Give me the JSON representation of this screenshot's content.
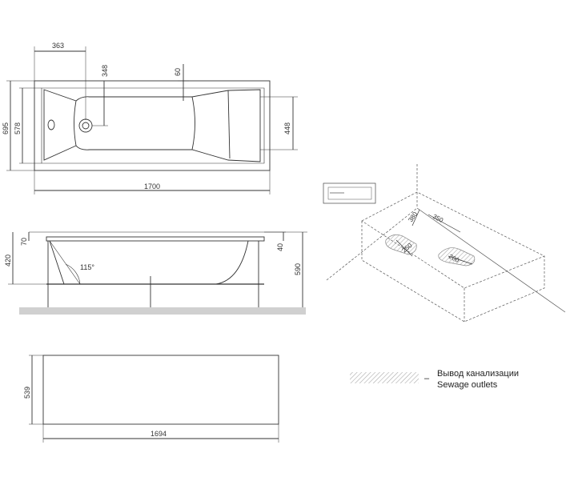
{
  "top_view": {
    "dim_overall_length": "1700",
    "dim_overall_width": "695",
    "dim_inner_width": "578",
    "dim_drain_offset": "363",
    "dim_drain_depth": "348",
    "dim_rim": "60",
    "dim_bottom_width": "448"
  },
  "side_view": {
    "dim_rim_height": "70",
    "dim_tub_height": "420",
    "dim_backrest_angle": "115°",
    "dim_panel_gap": "40",
    "dim_total_height": "590"
  },
  "panel_view": {
    "dim_panel_height": "539",
    "dim_panel_length": "1694"
  },
  "iso_view": {
    "dim_a": "380",
    "dim_b": "350",
    "dim_c": "250",
    "dim_d": "200"
  },
  "legend": {
    "separator": "–",
    "label_ru": "Вывод канализации",
    "label_en": "Sewage outlets"
  }
}
